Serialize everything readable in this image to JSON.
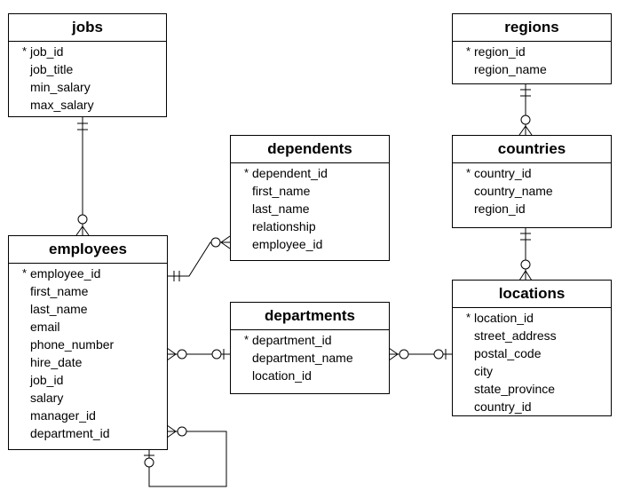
{
  "entities": {
    "jobs": {
      "title": "jobs",
      "attrs": [
        "job_id",
        "job_title",
        "min_salary",
        "max_salary"
      ]
    },
    "regions": {
      "title": "regions",
      "attrs": [
        "region_id",
        "region_name"
      ]
    },
    "dependents": {
      "title": "dependents",
      "attrs": [
        "dependent_id",
        "first_name",
        "last_name",
        "relationship",
        "employee_id"
      ]
    },
    "countries": {
      "title": "countries",
      "attrs": [
        "country_id",
        "country_name",
        "region_id"
      ]
    },
    "employees": {
      "title": "employees",
      "attrs": [
        "employee_id",
        "first_name",
        "last_name",
        "email",
        "phone_number",
        "hire_date",
        "job_id",
        "salary",
        "manager_id",
        "department_id"
      ]
    },
    "departments": {
      "title": "departments",
      "attrs": [
        "department_id",
        "department_name",
        "location_id"
      ]
    },
    "locations": {
      "title": "locations",
      "attrs": [
        "location_id",
        "street_address",
        "postal_code",
        "city",
        "state_province",
        "country_id"
      ]
    }
  },
  "pk_marker": "*"
}
